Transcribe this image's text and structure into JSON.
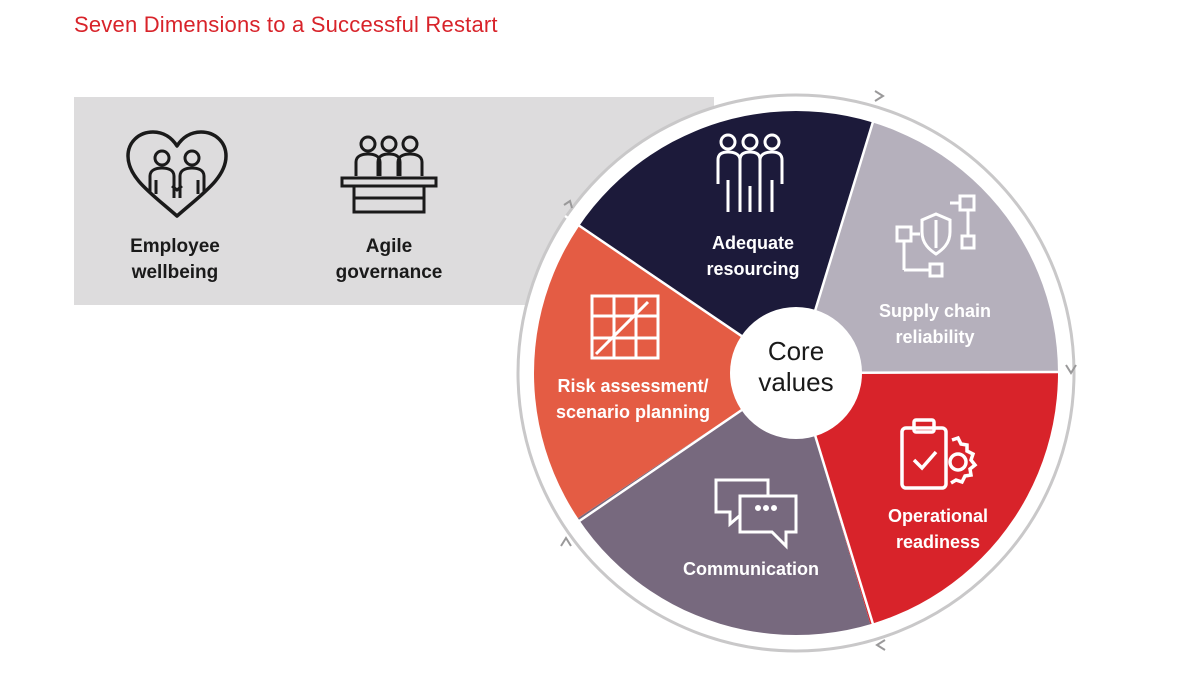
{
  "title": "Seven Dimensions to a Successful Restart",
  "colors": {
    "title_red": "#d8232a",
    "band_gray": "#dddcdd",
    "navy": "#1c1a3a",
    "light_gray": "#b5b0bc",
    "red": "#d8232a",
    "slate": "#77697e",
    "orange": "#e45c44",
    "ring": "#c9c8c9"
  },
  "left_items": [
    {
      "icon": "heart-people-icon",
      "line1": "Employee",
      "line2": "wellbeing"
    },
    {
      "icon": "governance-table-icon",
      "line1": "Agile",
      "line2": "governance"
    }
  ],
  "segments": [
    {
      "icon": "people-group-icon",
      "line1": "Adequate",
      "line2": "resourcing"
    },
    {
      "icon": "shield-network-icon",
      "line1": "Supply chain",
      "line2": "reliability"
    },
    {
      "icon": "clipboard-gear-icon",
      "line1": "Operational",
      "line2": "readiness"
    },
    {
      "icon": "chat-bubbles-icon",
      "line1": "Communication",
      "line2": ""
    },
    {
      "icon": "grid-chart-icon",
      "line1": "Risk assessment/",
      "line2": "scenario planning"
    }
  ],
  "center": {
    "line1": "Core",
    "line2": "values"
  }
}
